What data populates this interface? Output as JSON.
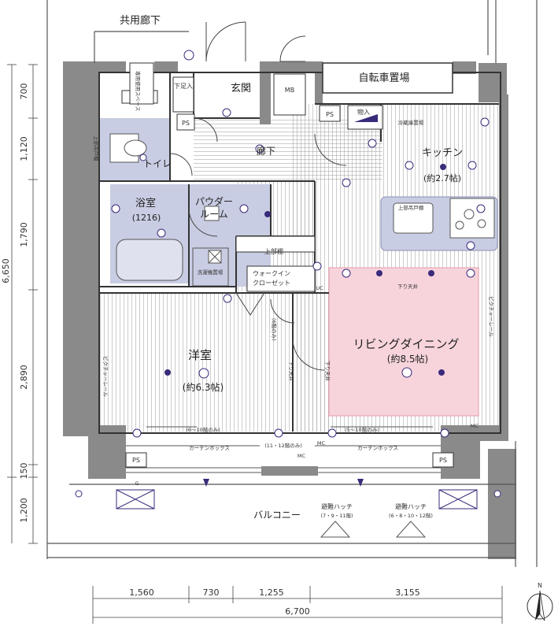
{
  "rooms": {
    "corridor_common": "共用廊下",
    "exclusive_space": "専用使用スペース",
    "shoe_box": "下足入",
    "entrance": "玄関",
    "mb": "MB",
    "bicycle": "自転車置場",
    "ps_a": "PS",
    "ps_b": "PS",
    "ps_c": "PS",
    "ps_d": "PS",
    "storage_in": "物入",
    "fridge": "冷蔵庫置場",
    "kitchen": "キッチン",
    "kitchen_size": "(約2.7帖)",
    "toilet": "トイレ",
    "hallway": "廊下",
    "bath": "浴室",
    "bath_size": "(1216)",
    "powder": "パウダー",
    "powder2": "ルーム",
    "washer": "洗濯機置場",
    "upper_shelf": "上部棚",
    "upper_cabinet": "上部吊戸棚",
    "upper_cabinet2": "上部吊戸棚",
    "walkin": "ウォークイン",
    "walkin2": "クローゼット",
    "western": "洋室",
    "western_size": "(約6.3帖)",
    "living": "リビングダイニング",
    "living_size": "(約8.5帖)",
    "balcony": "バルコニー",
    "hatch1": "避難ハッチ",
    "hatch1_note": "(7・9・11階)",
    "hatch2": "避難ハッチ",
    "hatch2_note": "(6・8・10・12階)",
    "curtain1": "カーテンボックス",
    "curtain2": "カーテンボックス",
    "floor_note1": "(6～10階のみ)",
    "floor_note2": "(5～10階のみ)",
    "floor_note3": "(11・12階のみ)",
    "floor_note4": "(6階のみ)",
    "drop_ceiling1": "下り天井",
    "drop_ceiling2": "下り天井",
    "drop_ceiling3": "下り天井",
    "picture_rail1": "ピクチャーレール",
    "picture_rail2": "ピクチャーレール",
    "mc1": "MC",
    "mc2": "MC",
    "mc3": "MC",
    "uc": "UC",
    "g": "G"
  },
  "dims_bottom": [
    "1,560",
    "730",
    "1,255",
    "3,155"
  ],
  "dim_total_bottom": "6,700",
  "dims_left": [
    "700",
    "1,120",
    "1,790",
    "2,890",
    "150",
    "1,200"
  ],
  "dim_total_left": "6,650",
  "north_label": "N",
  "colors": {
    "living_fill": "#f7d4dc",
    "wet_fill": "#c9cde3",
    "wall": "#8a8a8a",
    "symbol": "#3a2a7a"
  }
}
